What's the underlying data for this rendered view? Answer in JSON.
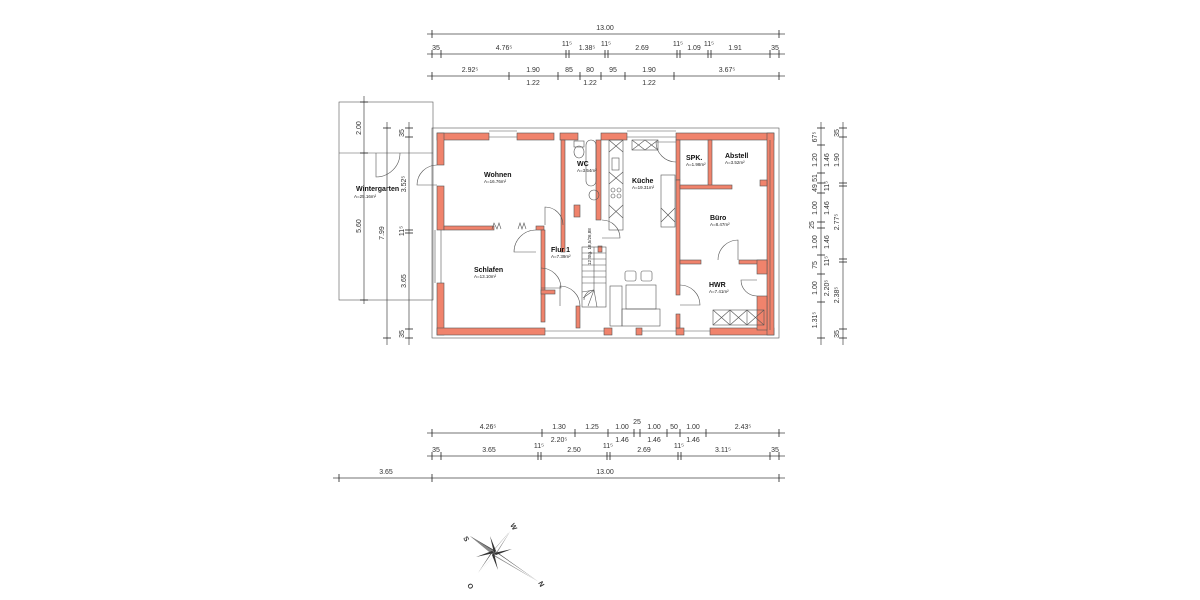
{
  "drawing": {
    "type": "floor-plan",
    "wall_color": "#f0836c",
    "line_color": "#555555",
    "background": "#ffffff"
  },
  "rooms": [
    {
      "name": "Wohnen",
      "area": "A=16.76m²"
    },
    {
      "name": "WC",
      "area": "A=3.54m²"
    },
    {
      "name": "Küche",
      "area": "A=19.31m²"
    },
    {
      "name": "SPK.",
      "area": "A=1.98m²"
    },
    {
      "name": "Abstell",
      "area": "A=3.52m²"
    },
    {
      "name": "Büro",
      "area": "A=8.47m²"
    },
    {
      "name": "Flur 1",
      "area": "A=7.39m²"
    },
    {
      "name": "Schlafen",
      "area": "A=13.10m²"
    },
    {
      "name": "HWR",
      "area": "A=7.41m²"
    },
    {
      "name": "Wintergarten",
      "area": "A=25.16m²"
    }
  ],
  "stair_label": "12 Stg. 18,5/26,88",
  "dimensions": {
    "top_total": "13.00",
    "top_row2": [
      "35",
      "4.76⁵",
      "11⁵",
      "1.38⁵",
      "11⁵",
      "2.69",
      "11⁵",
      "1.09",
      "11⁵",
      "1.91",
      "35"
    ],
    "top_row3": [
      "2.92⁵",
      "1.90",
      "85",
      "80",
      "95",
      "1.90",
      "3.67⁵"
    ],
    "top_row3_sub": [
      "1.22",
      "1.22",
      "1.22"
    ],
    "bottom_row1": [
      "4.26⁵",
      "1.30",
      "1.25",
      "1.00",
      "25",
      "1.00",
      "50",
      "1.00",
      "2.43⁵"
    ],
    "bottom_row1_sub": [
      "2.20⁵",
      "1.46",
      "1.46",
      "1.46"
    ],
    "bottom_row2": [
      "35",
      "3.65",
      "11⁵",
      "2.50",
      "11⁵",
      "2.69",
      "11⁵",
      "3.11⁵",
      "35"
    ],
    "bottom_total": "13.00",
    "bottom_left": "3.65",
    "left_wintergarten": [
      "2.00",
      "5.60"
    ],
    "left_total": "7.99",
    "left_inner": [
      "35",
      "3.52⁵",
      "11⁵",
      "3.65",
      "35"
    ],
    "right_row1": [
      "67⁵",
      "1.20",
      "51",
      "49",
      "1.00",
      "25",
      "1.00",
      "75",
      "1.00",
      "1.31⁵"
    ],
    "right_row1_sub": [
      "1.46",
      "1.46",
      "1.46",
      "2.20⁵"
    ],
    "right_row2": [
      "35",
      "1.90",
      "11⁵",
      "2.77⁵",
      "11⁵",
      "2.38⁵",
      "35"
    ]
  },
  "compass": {
    "labels": [
      "S",
      "W",
      "O",
      "N"
    ]
  }
}
